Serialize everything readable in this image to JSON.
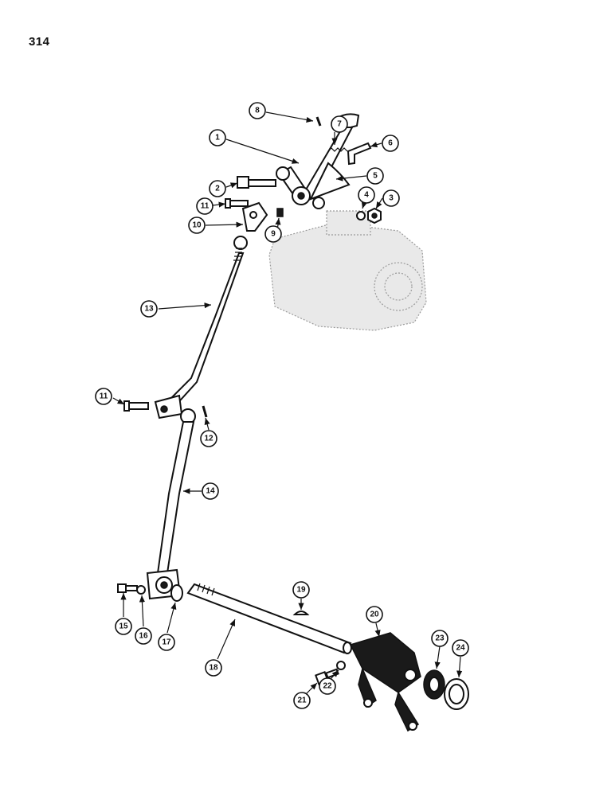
{
  "page": {
    "number": "314"
  },
  "callouts": [
    {
      "label": "1"
    },
    {
      "label": "2"
    },
    {
      "label": "3"
    },
    {
      "label": "4"
    },
    {
      "label": "5"
    },
    {
      "label": "6"
    },
    {
      "label": "7"
    },
    {
      "label": "8"
    },
    {
      "label": "9"
    },
    {
      "label": "10"
    },
    {
      "label": "11"
    },
    {
      "label": "11"
    },
    {
      "label": "12"
    },
    {
      "label": "13"
    },
    {
      "label": "14"
    },
    {
      "label": "15"
    },
    {
      "label": "16"
    },
    {
      "label": "17"
    },
    {
      "label": "18"
    },
    {
      "label": "19"
    },
    {
      "label": "20"
    },
    {
      "label": "21"
    },
    {
      "label": "22"
    },
    {
      "label": "23"
    },
    {
      "label": "24"
    }
  ]
}
